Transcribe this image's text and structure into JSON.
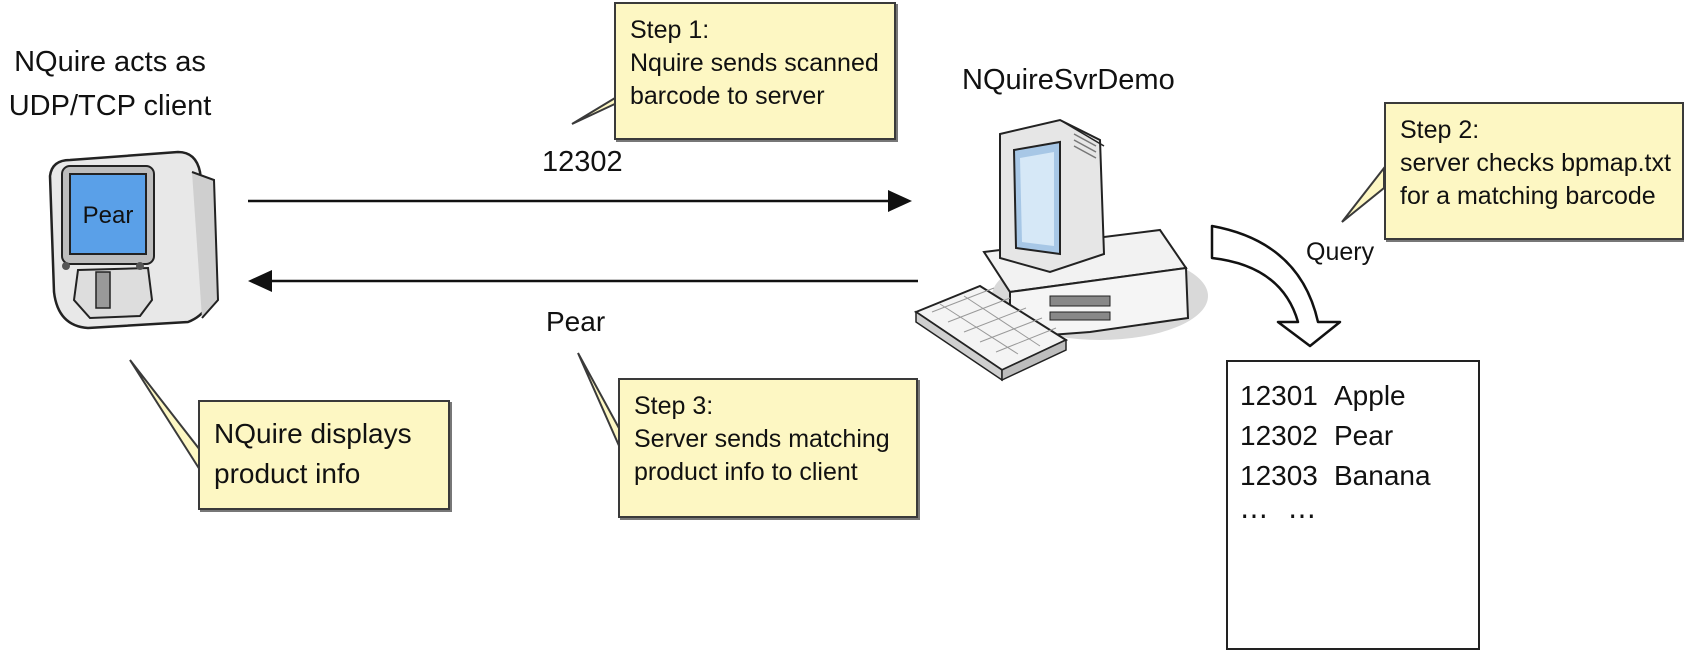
{
  "client_label": [
    "NQuire acts as",
    "UDP/TCP client"
  ],
  "device_screen_text": "Pear",
  "server_label": "NQuireSvrDemo",
  "step1": [
    "Step 1:",
    "Nquire sends scanned",
    "barcode to server"
  ],
  "step2": [
    "Step 2:",
    "server checks bpmap.txt",
    "for a matching barcode"
  ],
  "step3": [
    "Step 3:",
    "Server sends matching",
    "product info to client"
  ],
  "client_note": [
    "NQuire displays",
    "product info"
  ],
  "request_value": "12302",
  "response_value": "Pear",
  "query_label": "Query",
  "bpmap_rows": [
    {
      "code": "12301",
      "name": "Apple"
    },
    {
      "code": "12302",
      "name": "Pear"
    },
    {
      "code": "12303",
      "name": "Banana"
    },
    {
      "code": "⋯",
      "name": "⋯"
    }
  ],
  "colors": {
    "note_fill": "#fdf7c3",
    "device_screen": "#5aa0e8",
    "line": "#111111"
  }
}
